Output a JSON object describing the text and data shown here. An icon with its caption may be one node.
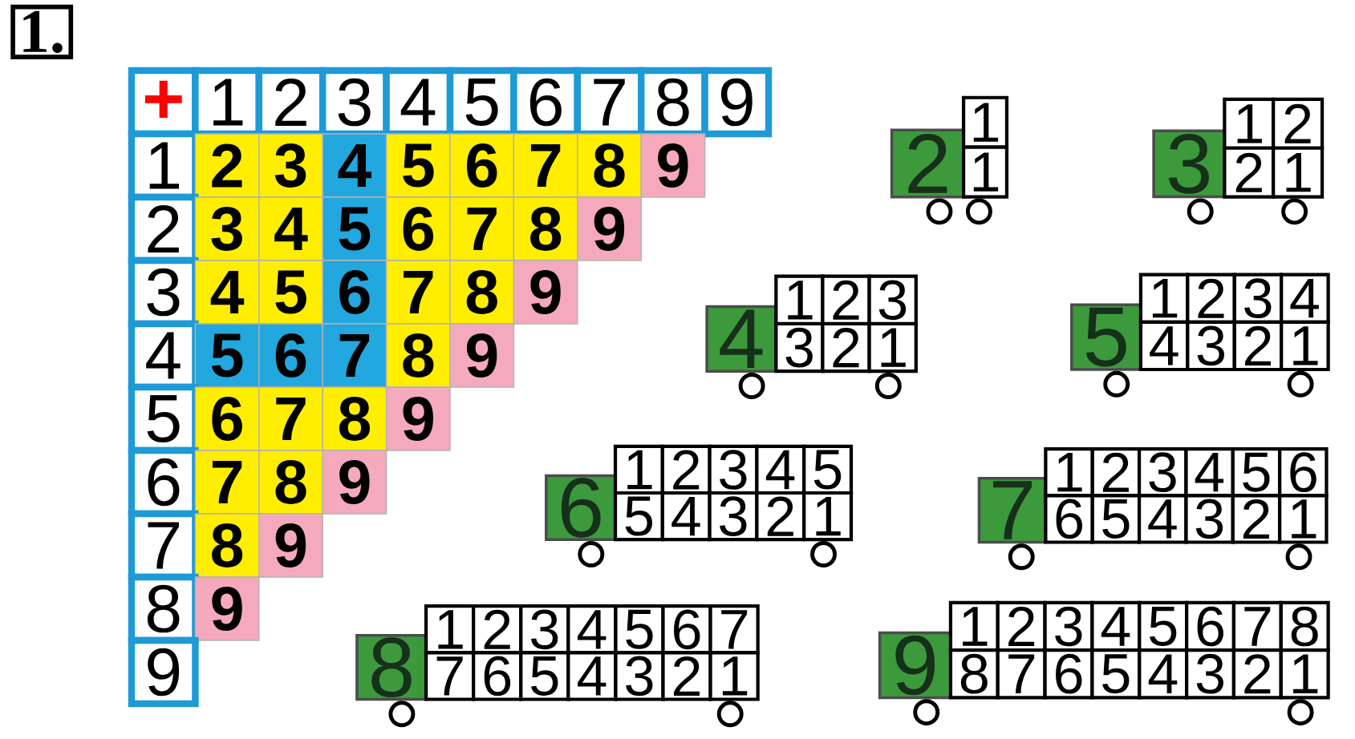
{
  "diagram": {
    "labels": [
      "1.",
      "+",
      "1",
      "2",
      "3",
      "4",
      "5",
      "6",
      "7",
      "8",
      "9",
      "1",
      "2",
      "3",
      "4",
      "5",
      "6",
      "7",
      "8",
      "9",
      "2",
      "3",
      "4",
      "5",
      "6",
      "7",
      "8",
      "9",
      "3",
      "4",
      "5",
      "6",
      "7",
      "8",
      "9",
      "4",
      "5",
      "6",
      "7",
      "8",
      "9",
      "5",
      "6",
      "7",
      "8",
      "9",
      "6",
      "7",
      "8",
      "9",
      "7",
      "8",
      "9",
      "8",
      "9",
      "9",
      "2",
      "1",
      "1",
      "3",
      "1",
      "2",
      "2",
      "1",
      "4",
      "1",
      "2",
      "3",
      "3",
      "2",
      "1",
      "5",
      "1",
      "2",
      "3",
      "4",
      "4",
      "3",
      "2",
      "1",
      "6",
      "1",
      "2",
      "3",
      "4",
      "5",
      "5",
      "4",
      "3",
      "2",
      "1",
      "7",
      "1",
      "2",
      "3",
      "4",
      "5",
      "6",
      "6",
      "5",
      "4",
      "3",
      "2",
      "1",
      "8",
      "1",
      "2",
      "3",
      "4",
      "5",
      "6",
      "7",
      "7",
      "6",
      "5",
      "4",
      "3",
      "2",
      "1",
      "9",
      "1",
      "2",
      "3",
      "4",
      "5",
      "6",
      "7",
      "8",
      "8",
      "7",
      "6",
      "5",
      "4",
      "3",
      "2",
      "1"
    ]
  }
}
